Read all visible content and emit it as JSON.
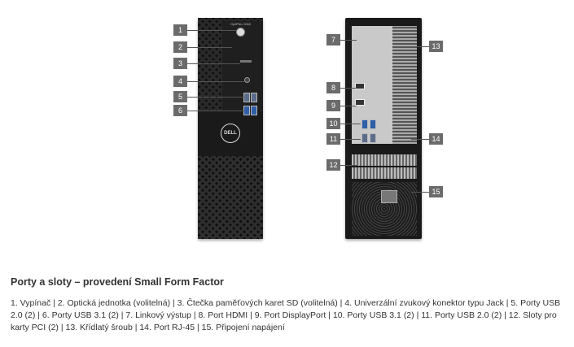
{
  "figure": {
    "front_model_label": "OptiPlex 3060",
    "logo_text": "DELL",
    "callouts": [
      "1",
      "2",
      "3",
      "4",
      "5",
      "6",
      "7",
      "8",
      "9",
      "10",
      "11",
      "12",
      "13",
      "14",
      "15"
    ]
  },
  "section": {
    "title": "Porty a sloty – provedení Small Form Factor",
    "description": "1. Vypínač | 2. Optická jednotka (volitelná) | 3. Čtečka paměťových karet SD (volitelná) | 4. Univerzální zvukový konektor typu Jack | 5. Porty USB 2.0 (2) | 6. Porty USB 3.1 (2) | 7. Linkový výstup | 8. Port HDMI | 9. Port DisplayPort | 10. Porty USB 3.1 (2) | 11. Porty USB 2.0 (2) | 12. Sloty pro karty PCI (2) | 13. Křídlatý šroub | 14. Port RJ-45 | 15. Připojení napájení"
  },
  "colors": {
    "callout_bg": "#6b6b6b",
    "chassis": "#1a1a1a",
    "text": "#333333"
  }
}
